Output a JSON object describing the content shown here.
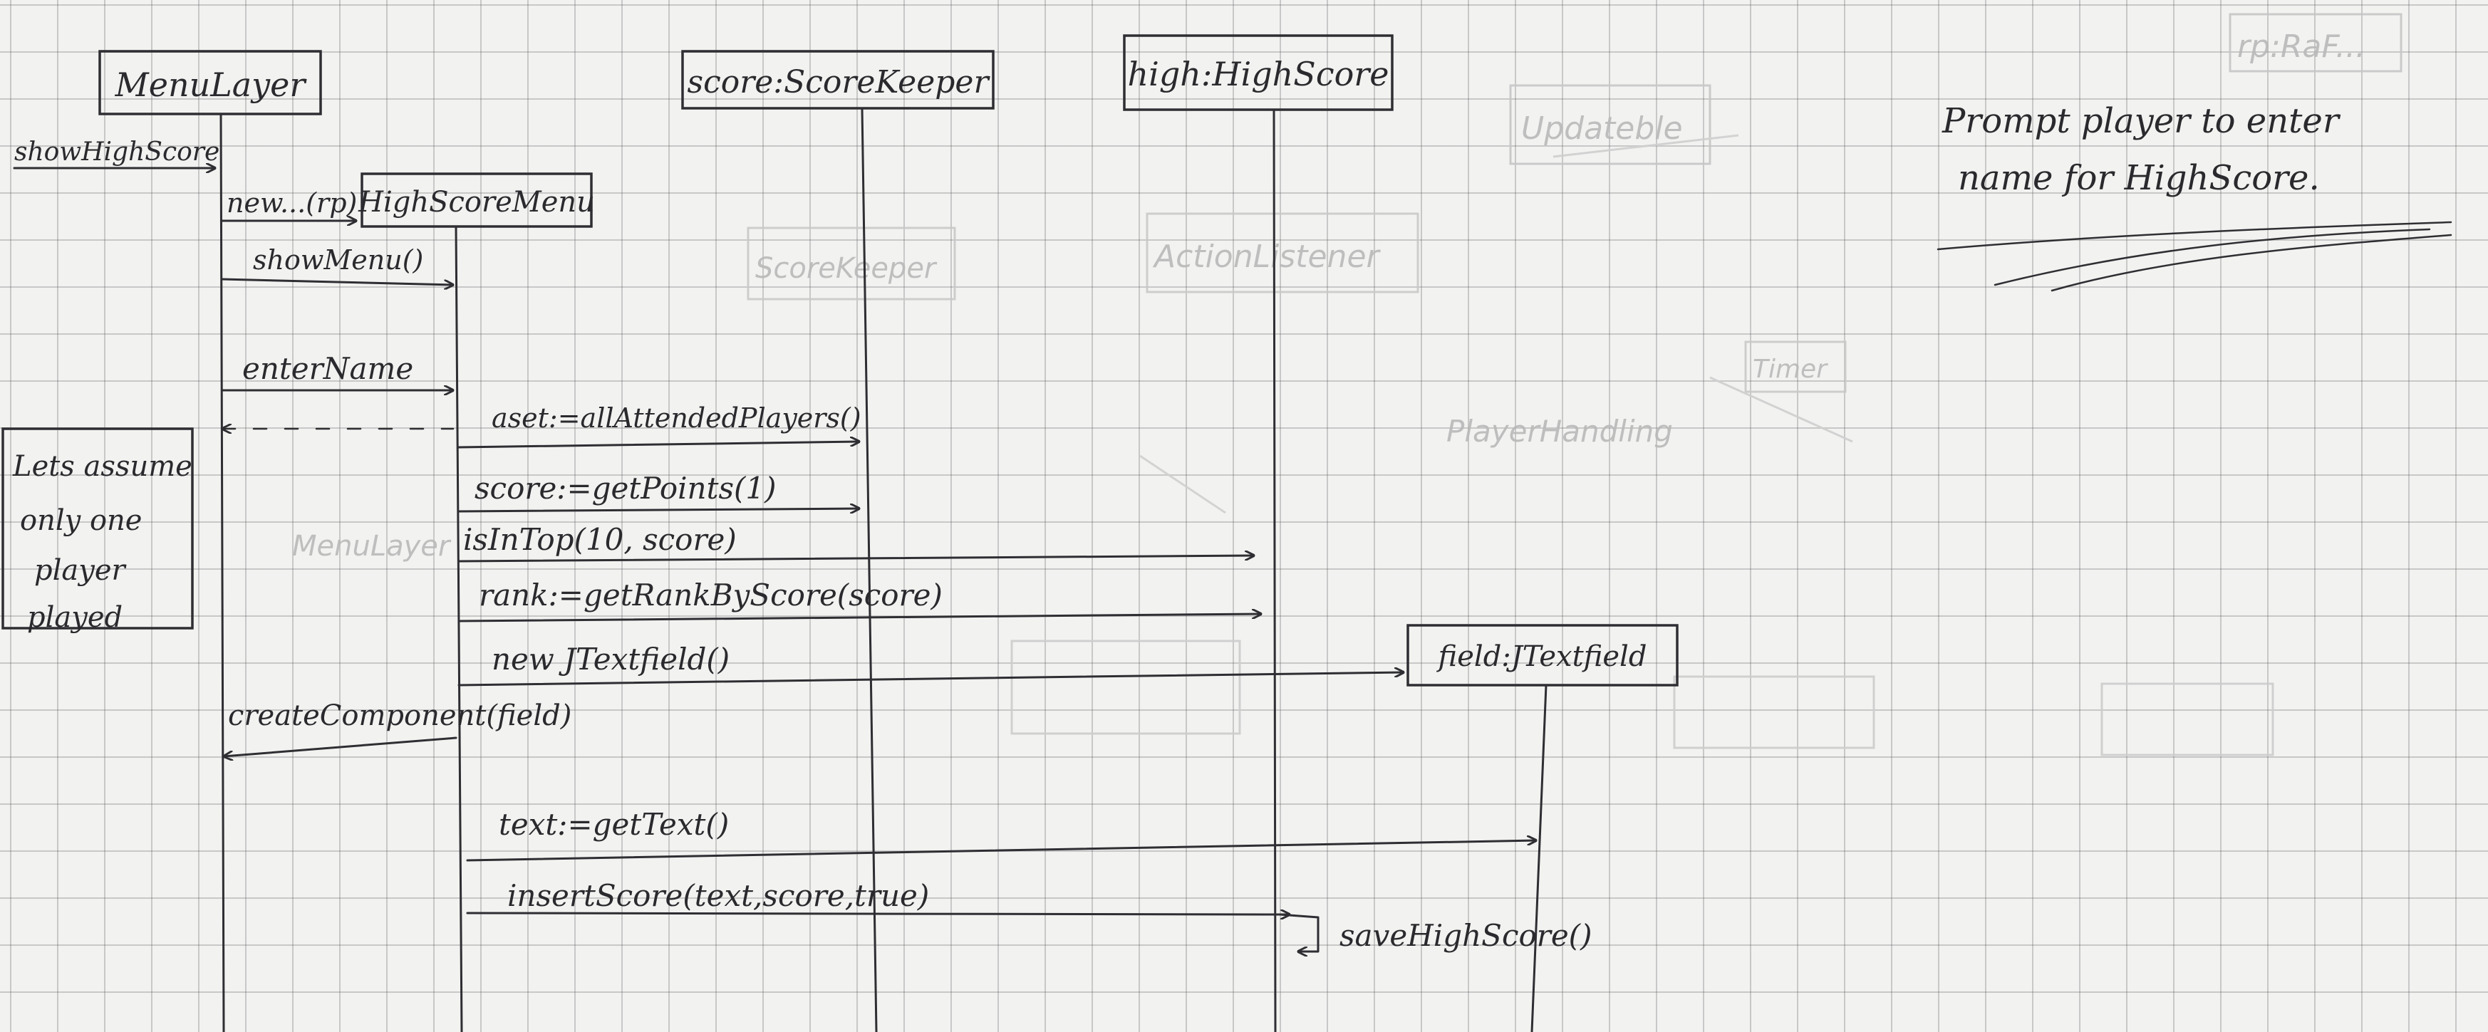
{
  "lifelines": {
    "menu_layer": "MenuLayer",
    "score_keeper": "score:ScoreKeeper",
    "high_score": "high:HighScore",
    "high_score_menu": "HighScoreMenu",
    "text_field": "field:JTextfield"
  },
  "messages": {
    "show_high_score": "showHighScore",
    "new_rp": "new...(rp)",
    "show_menu": "showMenu()",
    "enter_name": "enterName",
    "all_attended_players": "aset:=allAttendedPlayers()",
    "get_points": "score:=getPoints(1)",
    "is_in_top": "isInTop(10, score)",
    "get_rank": "rank:=getRankByScore(score)",
    "new_text_field": "new JTextfield()",
    "create_component": "createComponent(field)",
    "get_text": "text:=getText()",
    "insert_score": "insertScore(text,score,true)",
    "save_high_score": "saveHighScore()"
  },
  "notes": {
    "assumption": [
      "Lets assume",
      "only one",
      "player",
      "played"
    ],
    "prompt": [
      "Prompt player to enter",
      "name for HighScore."
    ]
  },
  "faint_background": [
    "rp:RaF...",
    "Updateble",
    "ScoreKeeper",
    "ActionListener",
    "Timer",
    "PlayerHandling",
    "MenuLayer"
  ],
  "colors": {
    "ink": "#2e2e33",
    "grid": "#5a5a5f",
    "paper": "#f2f2f0",
    "ghost": "#b9b9b9"
  }
}
